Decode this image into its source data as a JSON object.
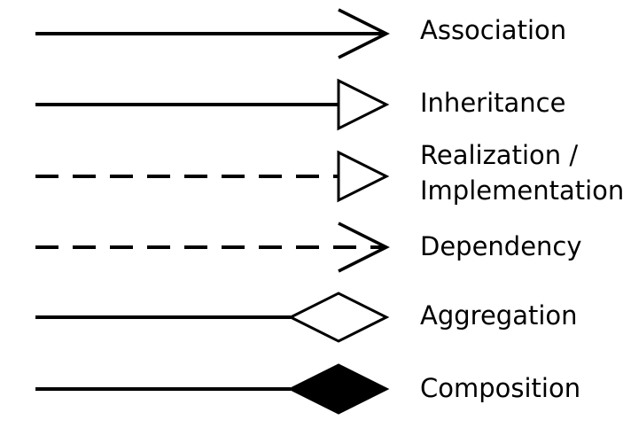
{
  "diagram": {
    "colors": {
      "stroke": "#000000",
      "fill_hollow": "#ffffff",
      "fill_solid": "#000000"
    },
    "relationships": [
      {
        "id": "association",
        "label": "Association",
        "line": "solid",
        "head": "open-arrow"
      },
      {
        "id": "inheritance",
        "label": "Inheritance",
        "line": "solid",
        "head": "hollow-triangle"
      },
      {
        "id": "realization",
        "label_lines": [
          "Realization /",
          "Implementation"
        ],
        "line": "dashed",
        "head": "hollow-triangle"
      },
      {
        "id": "dependency",
        "label": "Dependency",
        "line": "dashed",
        "head": "open-arrow"
      },
      {
        "id": "aggregation",
        "label": "Aggregation",
        "line": "solid",
        "head": "hollow-diamond"
      },
      {
        "id": "composition",
        "label": "Composition",
        "line": "solid",
        "head": "filled-diamond"
      }
    ]
  }
}
